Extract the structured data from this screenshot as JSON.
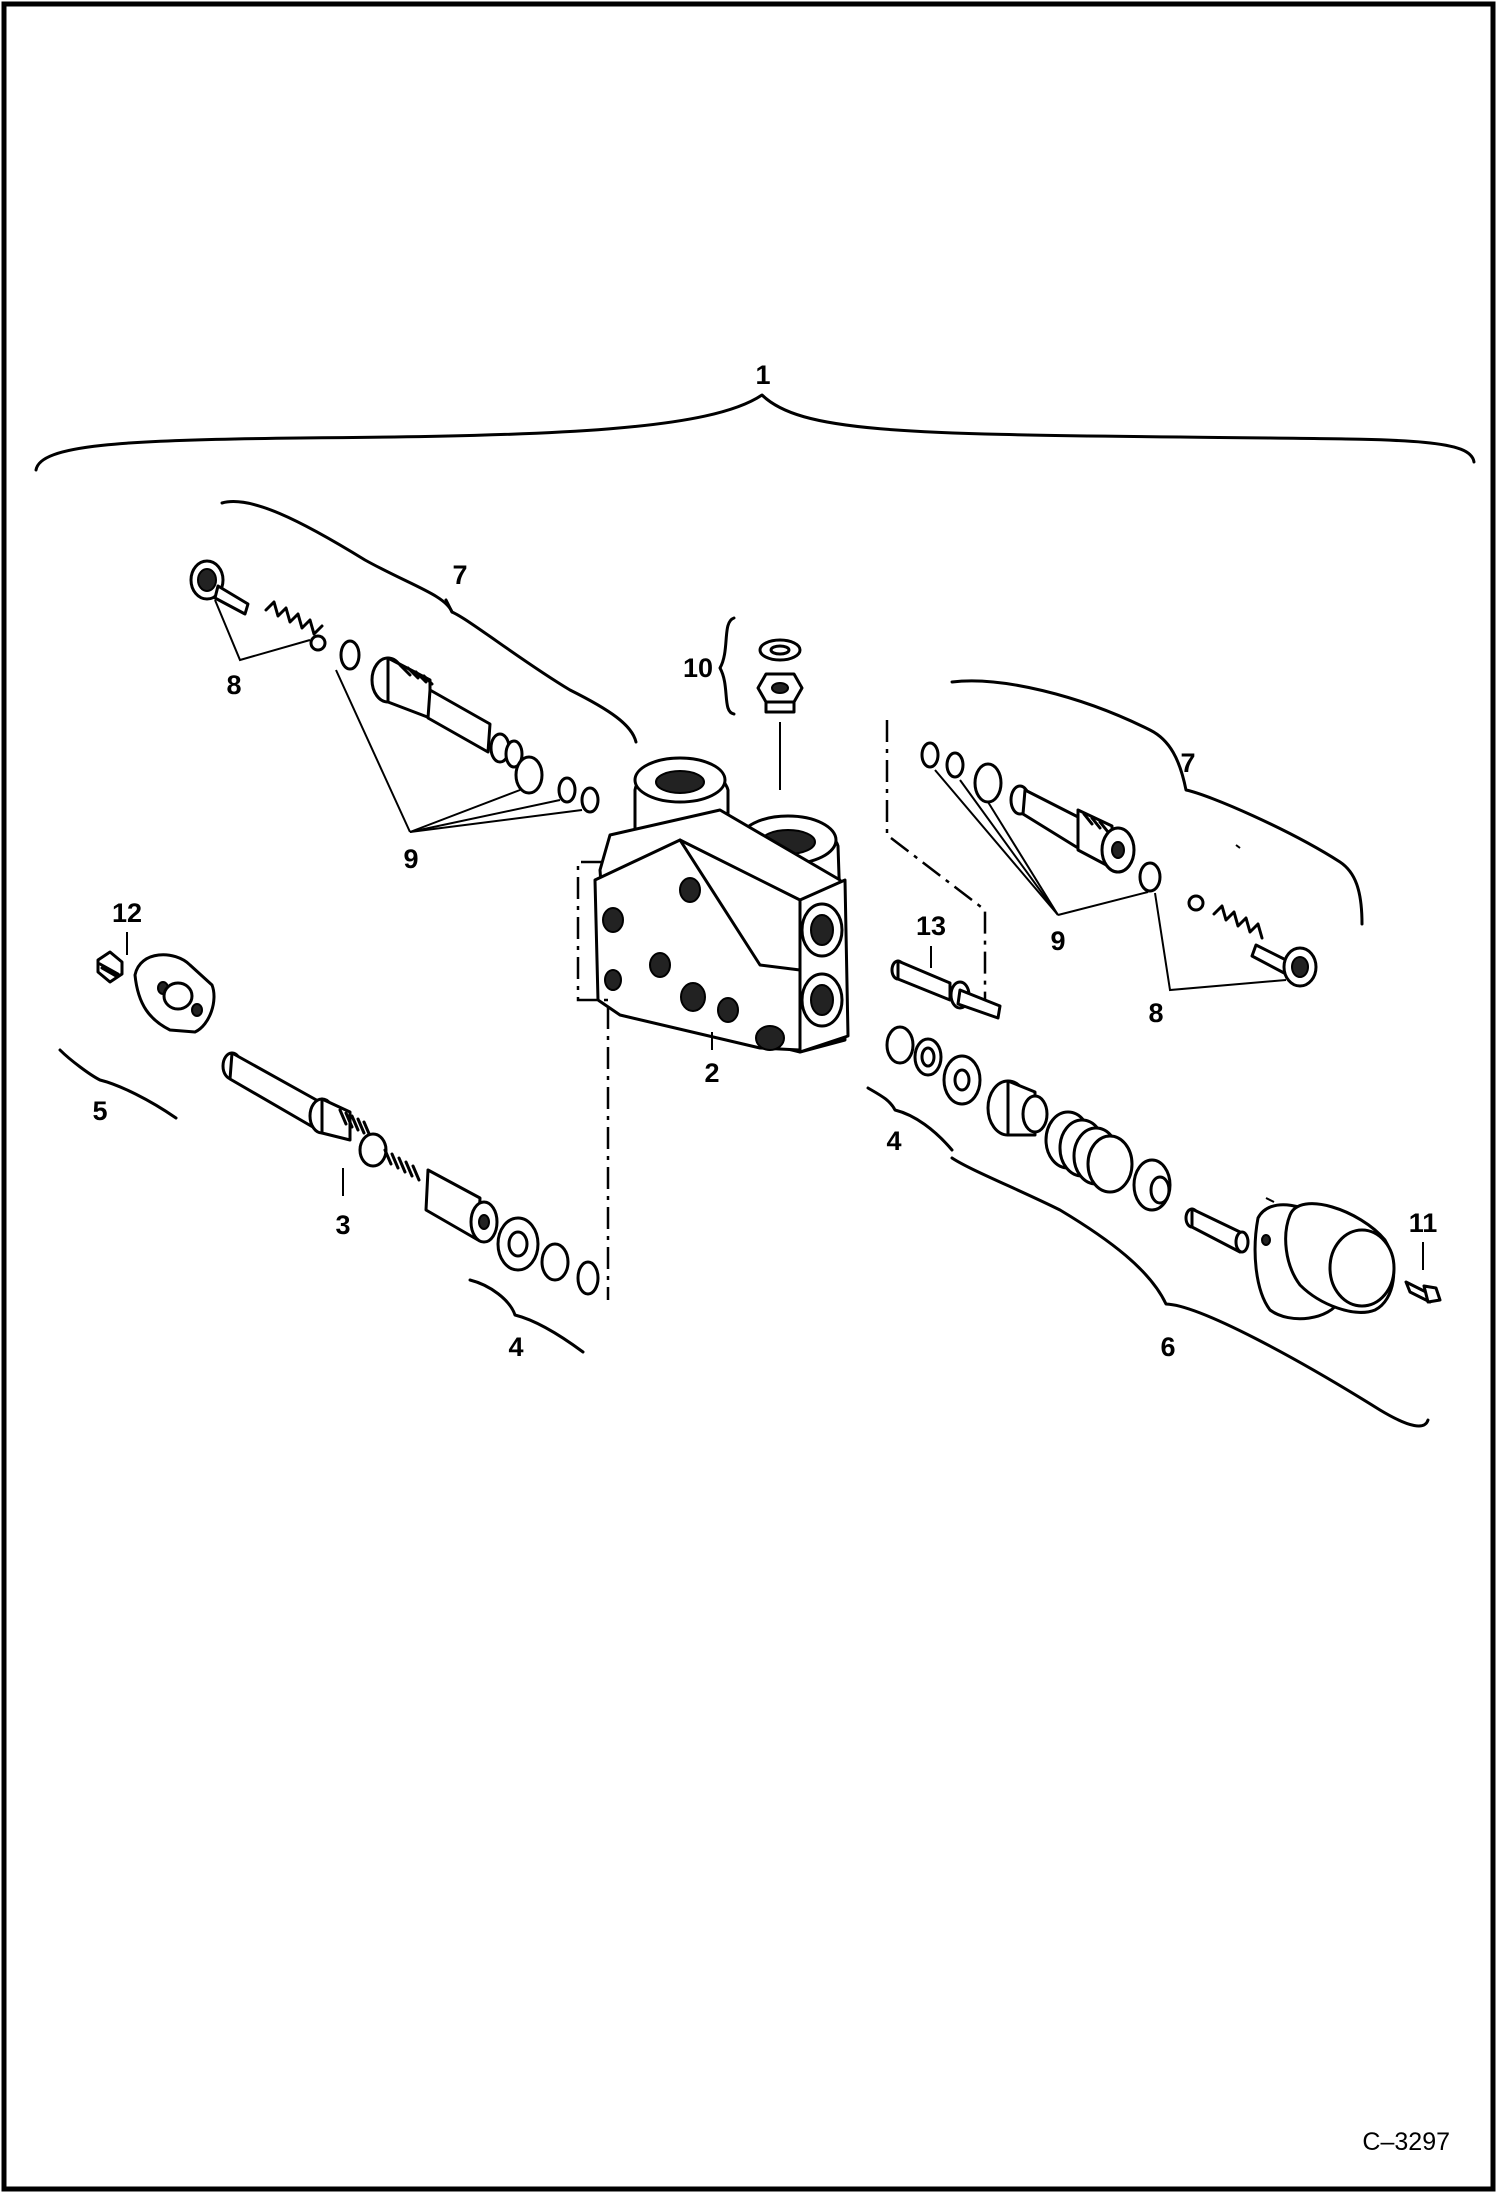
{
  "diagram": {
    "reference_code": "C–3297",
    "callouts": {
      "c1": "1",
      "c2": "2",
      "c3": "3",
      "c4_left": "4",
      "c4_right": "4",
      "c5": "5",
      "c6": "6",
      "c7_left": "7",
      "c7_right": "7",
      "c8_left": "8",
      "c8_right": "8",
      "c9_left": "9",
      "c9_right": "9",
      "c10": "10",
      "c11": "11",
      "c12": "12",
      "c13": "13"
    }
  }
}
